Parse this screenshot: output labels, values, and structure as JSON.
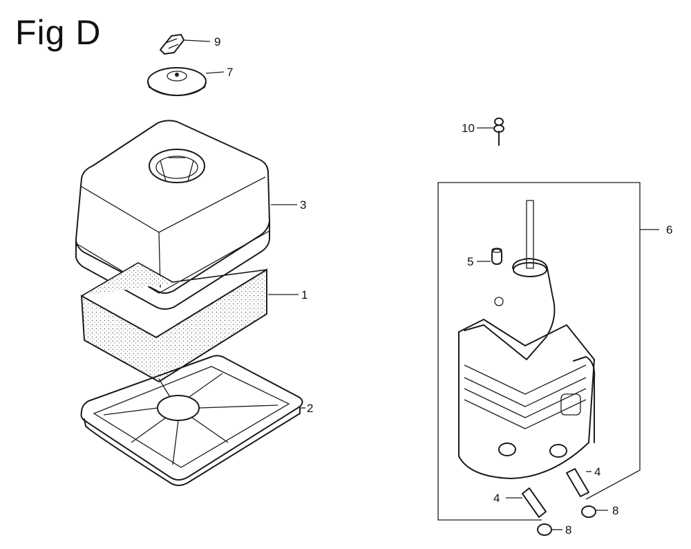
{
  "title": "Fig D",
  "callouts": [
    {
      "id": "c9",
      "label": "9"
    },
    {
      "id": "c7",
      "label": "7"
    },
    {
      "id": "c3",
      "label": "3"
    },
    {
      "id": "c1",
      "label": "1"
    },
    {
      "id": "c2",
      "label": "2"
    },
    {
      "id": "c10",
      "label": "10"
    },
    {
      "id": "c6",
      "label": "6"
    },
    {
      "id": "c5",
      "label": "5"
    },
    {
      "id": "c4a",
      "label": "4"
    },
    {
      "id": "c4b",
      "label": "4"
    },
    {
      "id": "c8a",
      "label": "8"
    },
    {
      "id": "c8b",
      "label": "8"
    }
  ]
}
